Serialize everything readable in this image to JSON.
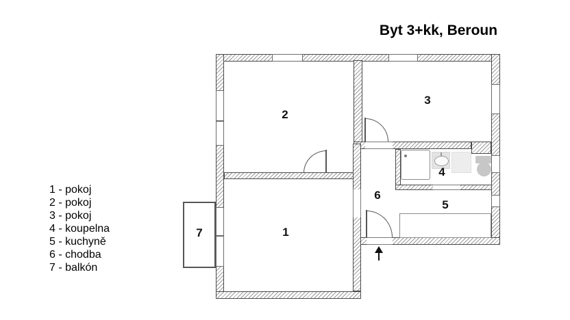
{
  "title": "Byt 3+kk, Beroun",
  "legend": {
    "items": [
      "1 - pokoj",
      "2 - pokoj",
      "3 - pokoj",
      "4 - koupelna",
      "5 - kuchyně",
      "6 - chodba",
      "7 - balkón"
    ]
  },
  "plan": {
    "rooms": [
      {
        "id": "pokoj-1",
        "number": "1"
      },
      {
        "id": "pokoj-2",
        "number": "2"
      },
      {
        "id": "pokoj-3",
        "number": "3"
      },
      {
        "id": "koupelna",
        "number": "4"
      },
      {
        "id": "kuchyne",
        "number": "5"
      },
      {
        "id": "chodba",
        "number": "6"
      },
      {
        "id": "balkon",
        "number": "7"
      }
    ],
    "fixtures": [
      "bathtub",
      "sink",
      "washing-machine",
      "toilet",
      "kitchen-counter"
    ],
    "icons": {
      "entrance_arrow": "up-arrow"
    },
    "colors": {
      "wall_hatch": "#9a9a9a",
      "wall_outline": "#4a4a4a",
      "door_line": "#555555",
      "fixture_gray": "#c7c7c7",
      "text": "#111111"
    }
  }
}
